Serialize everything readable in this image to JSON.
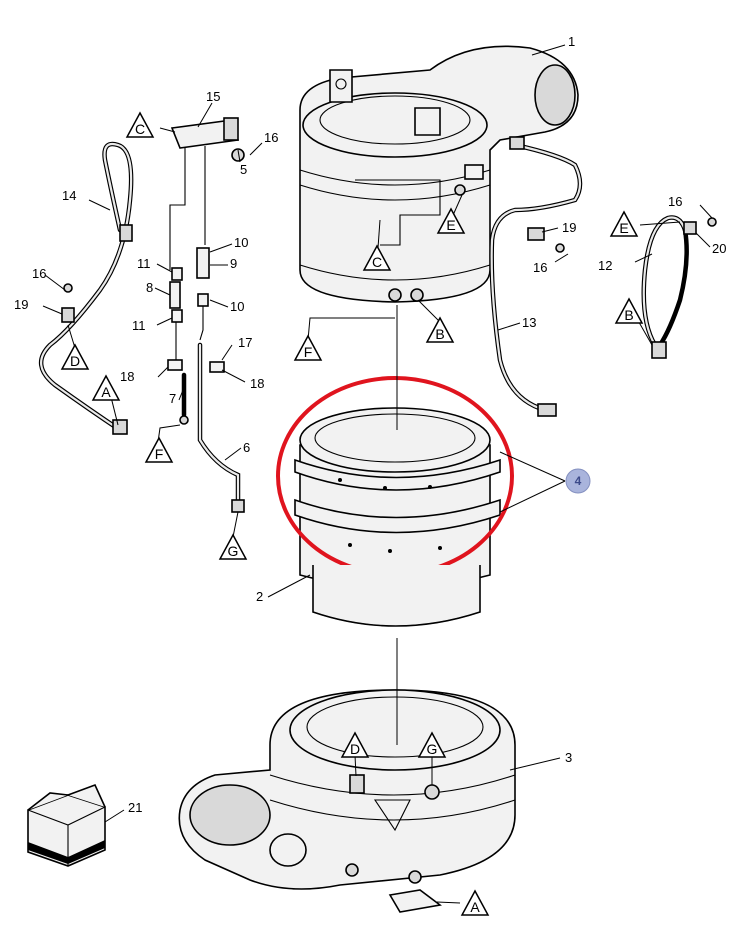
{
  "callouts": {
    "c1": "1",
    "c2": "2",
    "c3": "3",
    "c5": "5",
    "c6": "6",
    "c7": "7",
    "c8": "8",
    "c9": "9",
    "c10a": "10",
    "c10b": "10",
    "c11a": "11",
    "c11b": "11",
    "c12": "12",
    "c13": "13",
    "c14": "14",
    "c15": "15",
    "c16a": "16",
    "c16b": "16",
    "c16c": "16",
    "c16d": "16",
    "c17": "17",
    "c18a": "18",
    "c18b": "18",
    "c19a": "19",
    "c19b": "19",
    "c20": "20",
    "c21": "21"
  },
  "connector_markers": {
    "C_top": "C",
    "C_mid": "C",
    "E_mid": "E",
    "E_right": "E",
    "B_mid": "B",
    "B_right": "B",
    "F_mid": "F",
    "F_left": "F",
    "D_left": "D",
    "D_bottom": "D",
    "A_left": "A",
    "A_bottom": "A",
    "G_left": "G",
    "G_bottom": "G"
  },
  "highlight_badge": "4",
  "colors": {
    "highlight": "#e0141e",
    "badge_fill": "#a9b4dc",
    "line": "#000000"
  }
}
